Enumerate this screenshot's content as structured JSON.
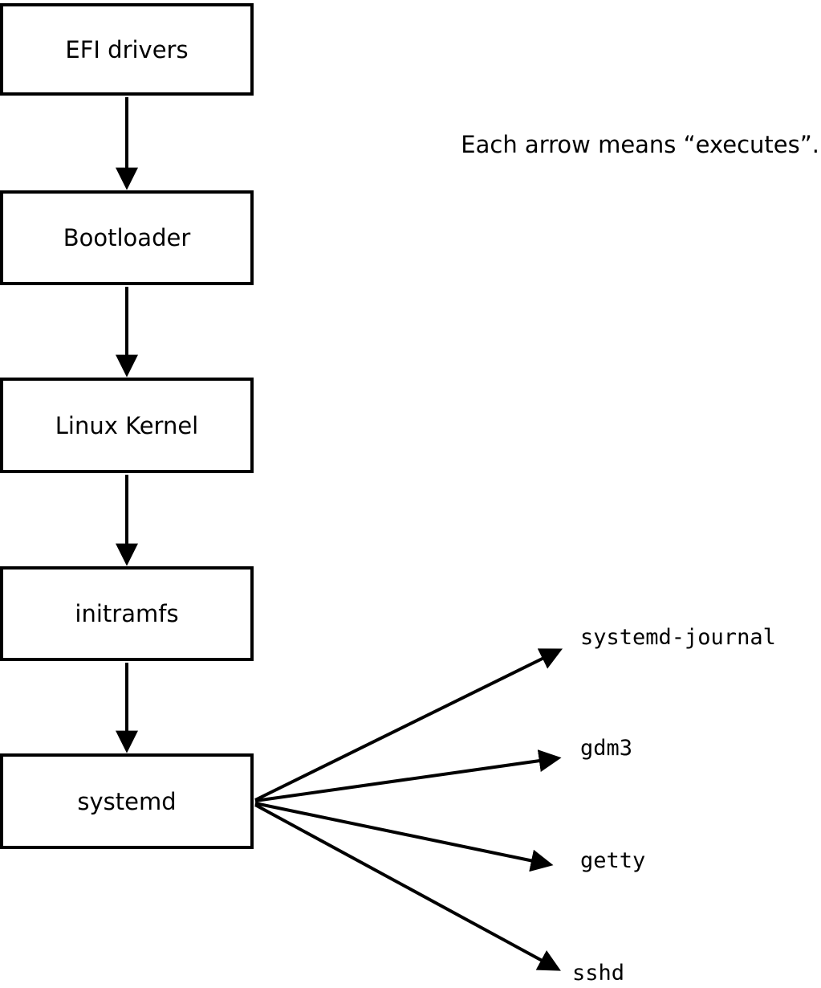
{
  "caption": "Each arrow means “executes”.",
  "chain": [
    {
      "label": "EFI drivers"
    },
    {
      "label": "Bootloader"
    },
    {
      "label": "Linux Kernel"
    },
    {
      "label": "initramfs"
    },
    {
      "label": "systemd"
    }
  ],
  "targets": [
    {
      "label": "systemd-journal"
    },
    {
      "label": "gdm3"
    },
    {
      "label": "getty"
    },
    {
      "label": "sshd"
    }
  ],
  "arrow_meaning": "executes",
  "colors": {
    "line": "#000000",
    "box_background": "#ffffff",
    "text": "#000000"
  }
}
